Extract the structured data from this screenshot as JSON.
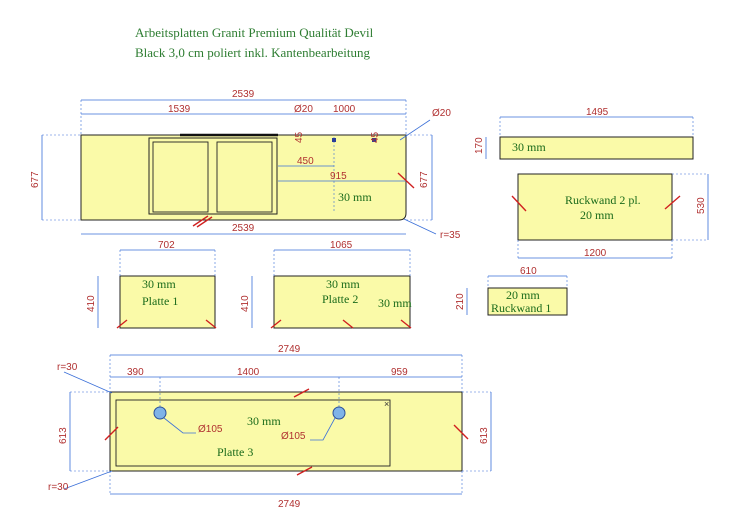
{
  "title": {
    "line1": "Arbeitsplatten Granit Premium Qualität Devil",
    "line2": "Black 3,0 cm poliert inkl. Kantenbearbeitung"
  },
  "main": {
    "overall": "2539",
    "left": "1539",
    "hole_a": "Ø20",
    "right": "1000",
    "hole_b": "Ø20",
    "depth_l": "677",
    "depth_r": "677",
    "n45a": "45",
    "n45b": "45",
    "d450": "450",
    "d915": "915",
    "thick": "30 mm",
    "bottom": "2539",
    "radius": "r=35"
  },
  "strip": {
    "w": "1495",
    "h": "170",
    "thick": "30 mm"
  },
  "rw2": {
    "label1": "Ruckwand 2 pl.",
    "label2": "20 mm",
    "w": "1200",
    "h": "530"
  },
  "p1": {
    "w": "702",
    "h": "410",
    "thick": "30 mm",
    "name": "Platte 1"
  },
  "p2": {
    "w": "1065",
    "h": "410",
    "thick": "30 mm",
    "name": "Platte 2",
    "thick2": "30 mm"
  },
  "rw1": {
    "w": "610",
    "h": "210",
    "thick": "20 mm",
    "name": "Ruckwand 1"
  },
  "p3": {
    "r_top": "r=30",
    "overall": "2749",
    "a": "390",
    "b": "1400",
    "c": "959",
    "h_l": "613",
    "h_r": "613",
    "thick": "30 mm",
    "hole1": "Ø105",
    "hole2": "Ø105",
    "name": "Platte 3",
    "r_bot": "r=30",
    "bottom": "2749"
  }
}
